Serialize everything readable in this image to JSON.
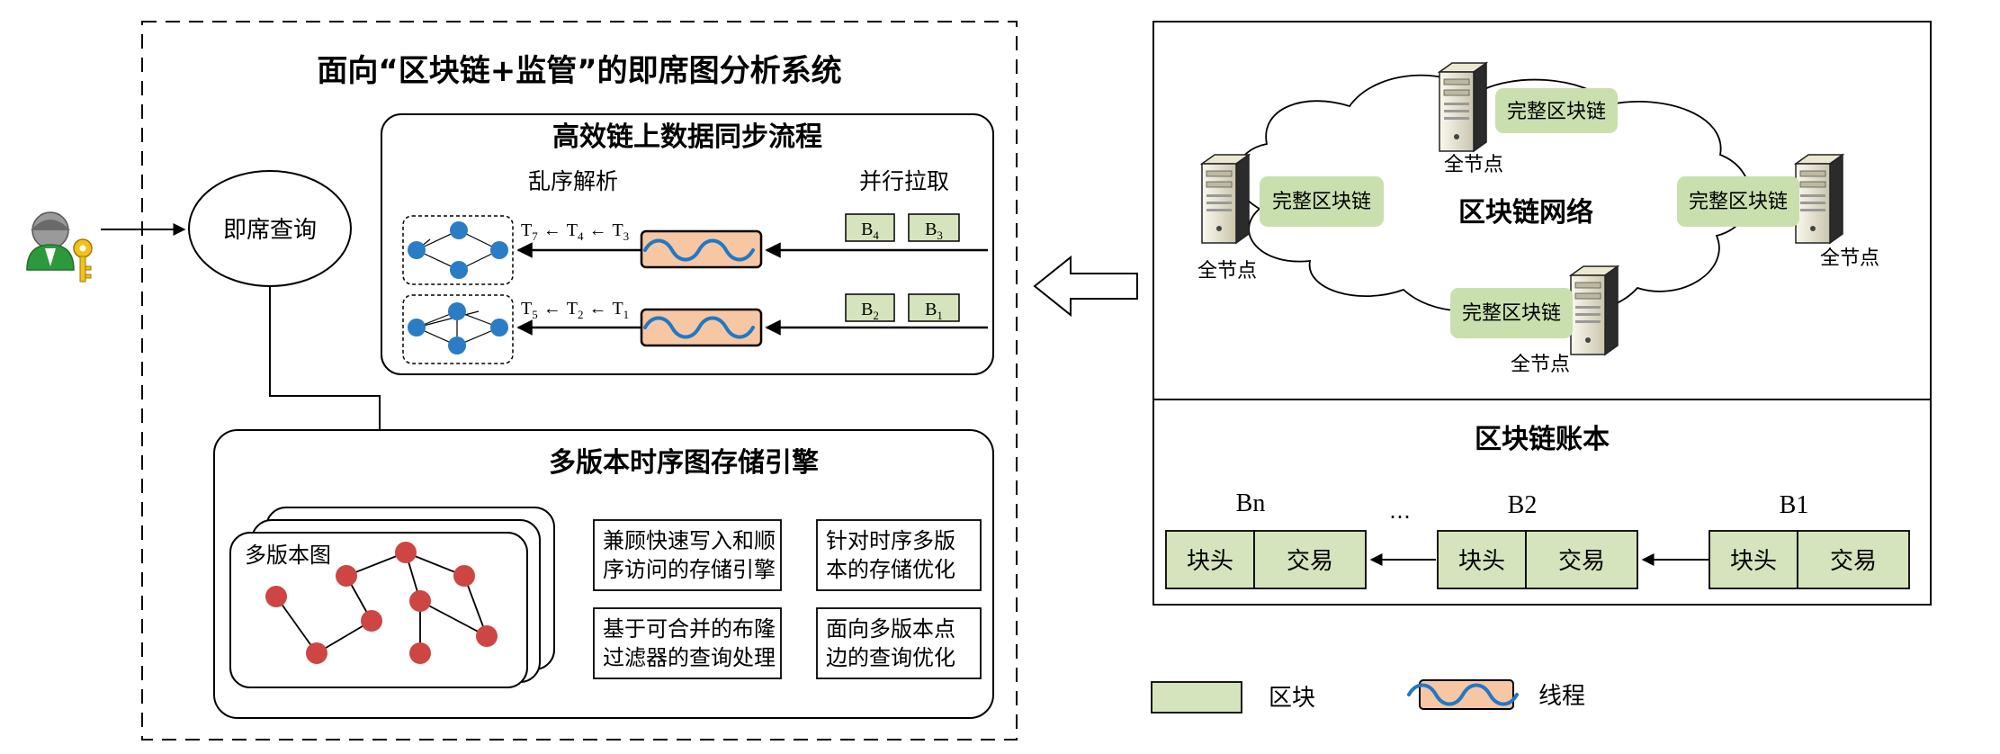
{
  "title": "面向“区块链+监管”的即席图分析系统",
  "query": {
    "label": "即席查询"
  },
  "sync": {
    "title": "高效链上数据同步流程",
    "left_label": "乱序解析",
    "right_label": "并行拉取",
    "row1": {
      "t_a": "T",
      "t_a_sub": "7",
      "t_b": "T",
      "t_b_sub": "4",
      "t_c": "T",
      "t_c_sub": "3",
      "b_a": "B",
      "b_a_sub": "4",
      "b_b": "B",
      "b_b_sub": "3"
    },
    "row2": {
      "t_a": "T",
      "t_a_sub": "5",
      "t_b": "T",
      "t_b_sub": "2",
      "t_c": "T",
      "t_c_sub": "1",
      "b_a": "B",
      "b_a_sub": "2",
      "b_b": "B",
      "b_b_sub": "1"
    },
    "arrow_symbol": "←"
  },
  "storage": {
    "title": "多版本时序图存储引擎",
    "graph_label": "多版本图",
    "features": [
      [
        "兼顾快速写入和顺",
        "序访问的存储引擎"
      ],
      [
        "针对时序多版",
        "本的存储优化"
      ],
      [
        "基于可合并的布隆",
        "过滤器的查询处理"
      ],
      [
        "面向多版本点",
        "边的查询优化"
      ]
    ]
  },
  "network": {
    "title": "区块链网络",
    "node_label": "全节点",
    "chain_label": "完整区块链"
  },
  "ledger": {
    "title": "区块链账本",
    "blocks": [
      {
        "name": "Bn",
        "head": "块头",
        "tx": "交易"
      },
      {
        "name": "B2",
        "head": "块头",
        "tx": "交易"
      },
      {
        "name": "B1",
        "head": "块头",
        "tx": "交易"
      }
    ],
    "ellipsis": "…"
  },
  "legend": {
    "block": "区块",
    "thread": "线程"
  },
  "colors": {
    "block_fill": "#d5e4bc",
    "thread_fill": "#f7c6a3",
    "wave": "#1f78c8",
    "node_blue": "#2a7dc4",
    "node_red": "#cd4644",
    "cloud_green": "#cadfae"
  }
}
